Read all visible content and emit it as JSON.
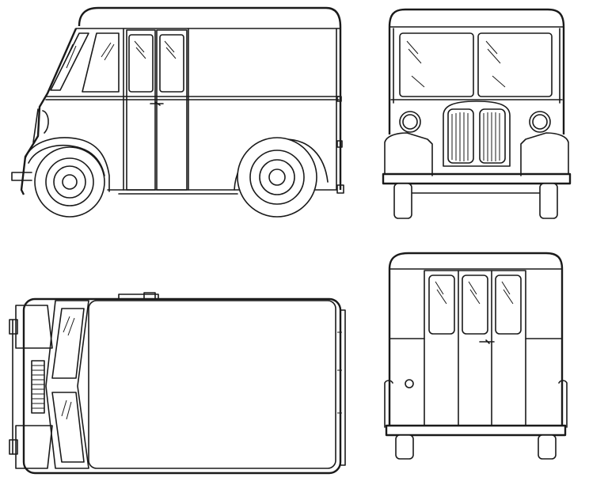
{
  "drawing": {
    "type": "design patent drawing",
    "subject": "delivery van",
    "line_color": "#1a1a1a",
    "paper_color": "#ffffff"
  },
  "views": [
    {
      "id": "side-view"
    },
    {
      "id": "front-view"
    },
    {
      "id": "top-view"
    },
    {
      "id": "rear-view"
    }
  ]
}
